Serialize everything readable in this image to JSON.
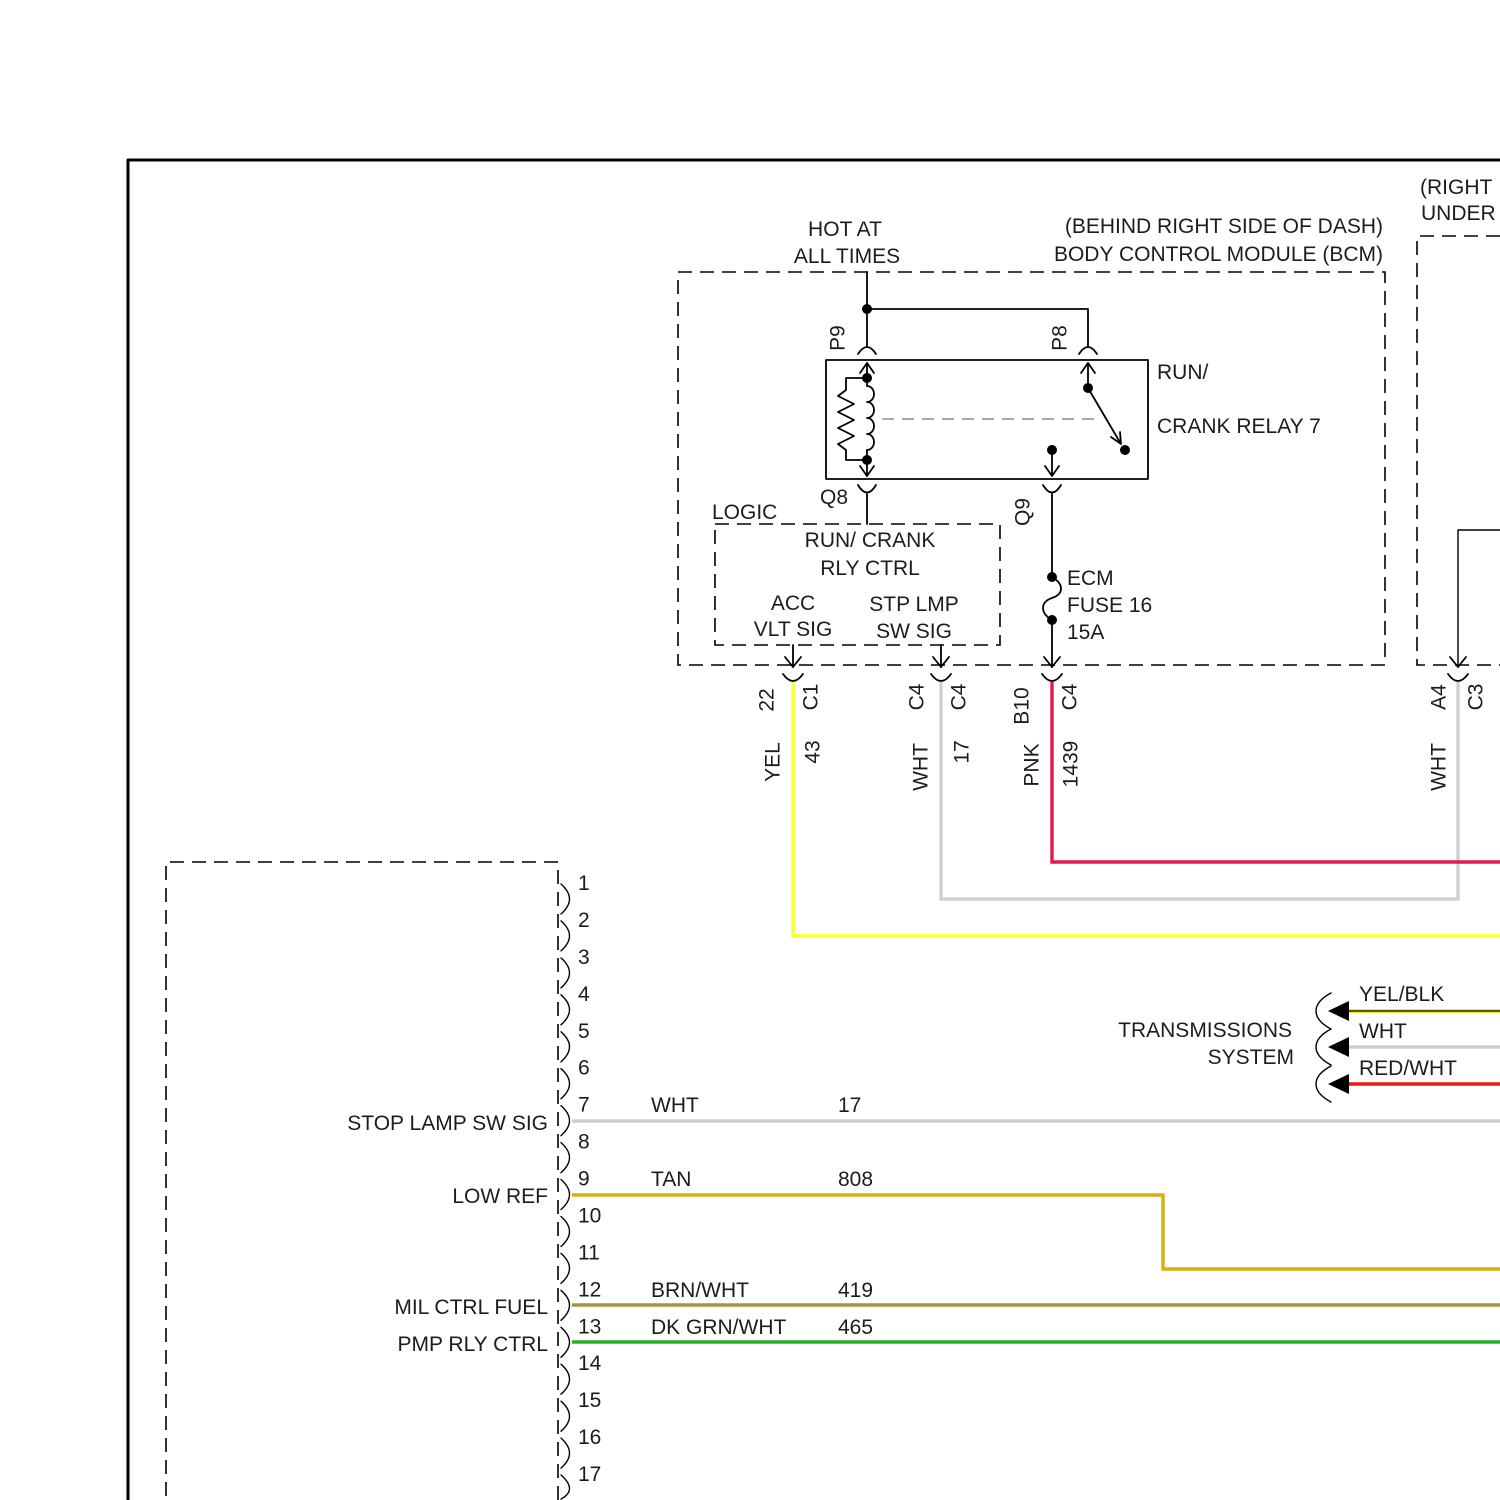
{
  "power_source": {
    "line1": "HOT AT",
    "line2": "ALL TIMES"
  },
  "bcm": {
    "location": "(BEHIND RIGHT SIDE OF DASH)",
    "name": "BODY CONTROL MODULE (BCM)"
  },
  "right_module": {
    "line1": "(RIGHT",
    "line2": "UNDER"
  },
  "relay": {
    "name_line1": "RUN/",
    "name_line2": "CRANK RELAY 7",
    "terminals": {
      "p9": "P9",
      "p8": "P8",
      "q8": "Q8",
      "q9": "Q9"
    }
  },
  "logic": {
    "title": "LOGIC",
    "run_crank_ctrl": [
      "RUN/ CRANK",
      "RLY CTRL"
    ],
    "acc_vlt_sig": [
      "ACC",
      "VLT SIG"
    ],
    "stp_lmp_sw_sig": [
      "STP LMP",
      "SW SIG"
    ]
  },
  "fuse": {
    "line1": "ECM",
    "line2": "FUSE 16",
    "line3": "15A"
  },
  "bcm_outputs": [
    {
      "cavity": "22",
      "connector": "C1",
      "color_label": "YEL",
      "circuit": "43",
      "color": "#ffff2a"
    },
    {
      "cavity": "C4",
      "connector": "C4",
      "color_label": "WHT",
      "circuit": "17",
      "color": "#cfcfcf"
    },
    {
      "cavity": "B10",
      "connector": "C4",
      "color_label": "PNK",
      "circuit": "1439",
      "color": "#e8174c"
    },
    {
      "cavity": "A4",
      "connector": "C3",
      "color_label": "WHT",
      "color": "#cfcfcf"
    }
  ],
  "left_module": {
    "pins": [
      "1",
      "2",
      "3",
      "4",
      "5",
      "6",
      "7",
      "8",
      "9",
      "10",
      "11",
      "12",
      "13",
      "14",
      "15",
      "16",
      "17"
    ],
    "wires": [
      {
        "pin": 7,
        "signal": "STOP LAMP SW SIG",
        "color_label": "WHT",
        "circuit": "17",
        "color": "#cfcfcf"
      },
      {
        "pin": 9,
        "signal": "LOW REF",
        "color_label": "TAN",
        "circuit": "808",
        "color": "#dbae0d"
      },
      {
        "pin": 12,
        "signal": "MIL CTRL FUEL",
        "color_label": "BRN/WHT",
        "circuit": "419",
        "color": "#a8913f"
      },
      {
        "pin": 13,
        "signal": "PMP RLY CTRL",
        "color_label": "DK GRN/WHT",
        "circuit": "465",
        "color": "#25b025"
      }
    ]
  },
  "transmission": {
    "line1": "TRANSMISSIONS",
    "line2": "SYSTEM",
    "wires": [
      {
        "color_label": "YEL/BLK",
        "color": "#ece400",
        "stripe": "#000000"
      },
      {
        "color_label": "WHT",
        "color": "#cfcfcf"
      },
      {
        "color_label": "RED/WHT",
        "color": "#e81c1c"
      }
    ]
  }
}
